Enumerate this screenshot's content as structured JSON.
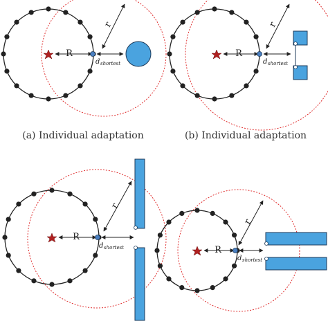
{
  "colors": {
    "circle": "#222222",
    "dot": "#222222",
    "red_circle": "#e03030",
    "star": "#b02020",
    "robot": "#4a7fc1",
    "obstacle": "#4aa3df",
    "obstacle_stroke": "#1c3a5a"
  },
  "icons": [
    "star-icon",
    "robot-dot",
    "obstacle"
  ],
  "labels": {
    "r_big": "R",
    "r_small": "r",
    "d_main": "d",
    "d_sub": "shortest"
  },
  "captions": {
    "a": "(a)  Individual adaptation",
    "b": "(b)  Individual adaptation"
  }
}
